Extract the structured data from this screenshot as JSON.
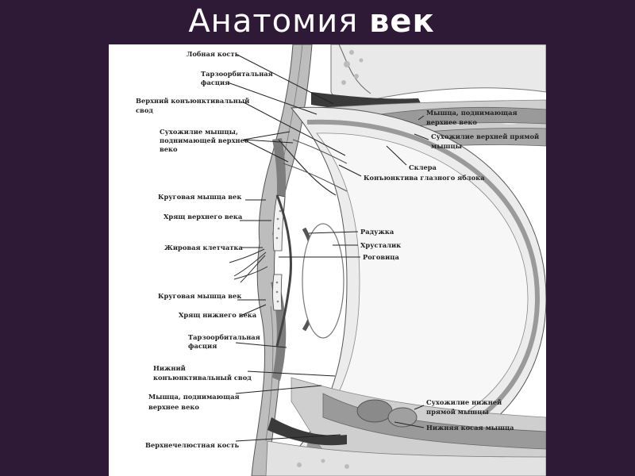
{
  "slide": {
    "title_regular": "Анатомия",
    "title_bold": "век"
  },
  "labels": {
    "frontal_bone": "Лобная кость",
    "tarso_orbital_fascia_top_1": "Тарзоорбитальная",
    "tarso_orbital_fascia_top_2": "фасция",
    "upper_fornix_1": "Верхний конъюнктивальный",
    "upper_fornix_2": "свод",
    "levator_tendon_1": "Сухожилие мышцы,",
    "levator_tendon_2": "поднимающей верхнее",
    "levator_tendon_3": "веко",
    "orbicularis_upper": "Круговая мышца век",
    "upper_tarsus": "Хрящ верхнего века",
    "fat_tissue": "Жировая клетчатка",
    "orbicularis_lower": "Круговая мышца век",
    "lower_tarsus": "Хрящ нижнего века",
    "tarso_orbital_fascia_bottom_1": "Тарзоорбитальная",
    "tarso_orbital_fascia_bottom_2": "фасция",
    "lower_fornix_1": "Нижний",
    "lower_fornix_2": "конъюнктивальный свод",
    "levator_lower_1": "Мышца, поднимающая",
    "levator_lower_2": "верхнее веко",
    "maxillary_bone": "Верхнечелюстная кость",
    "levator_muscle_1": "Мышца, поднимающая",
    "levator_muscle_2": "верхнее веко",
    "superior_rectus_tendon_1": "Сухожилие верхней прямой",
    "superior_rectus_tendon_2": "мышцы",
    "sclera": "Склера",
    "bulbar_conjunctiva": "Конъюнктива глазного яблока",
    "iris": "Радужка",
    "lens": "Хрусталик",
    "cornea": "Роговица",
    "inferior_rectus_tendon_1": "Сухожилие нижней",
    "inferior_rectus_tendon_2": "прямой мышцы",
    "inferior_oblique": "Нижняя косая мышца"
  }
}
